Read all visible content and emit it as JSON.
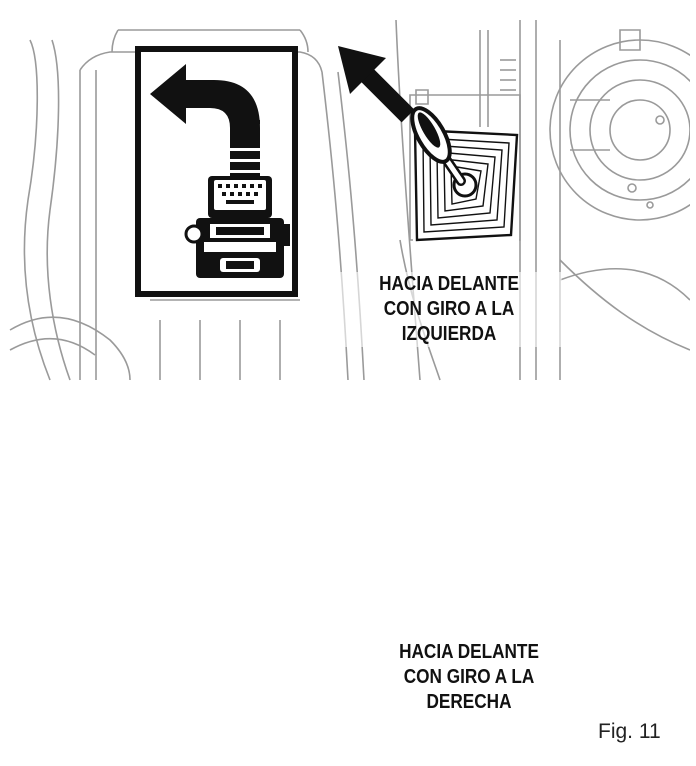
{
  "panels": [
    {
      "id": "top",
      "caption_lines": [
        "HACIA DELANTE",
        "CON GIRO A LA",
        "IZQUIERDA"
      ],
      "turn_direction": "left"
    },
    {
      "id": "bottom",
      "caption_lines": [
        "HACIA DELANTE",
        "CON GIRO A LA",
        "DERECHA"
      ],
      "turn_direction": "right"
    }
  ],
  "figure_label": "Fig. 11",
  "colors": {
    "ink": "#111111",
    "line_art": "#9a9a9a",
    "background": "#ffffff"
  },
  "icons": [
    "curved-arrow-left-icon",
    "curved-arrow-right-icon",
    "mower-icon",
    "joystick-icon",
    "direction-arrow-icon"
  ]
}
